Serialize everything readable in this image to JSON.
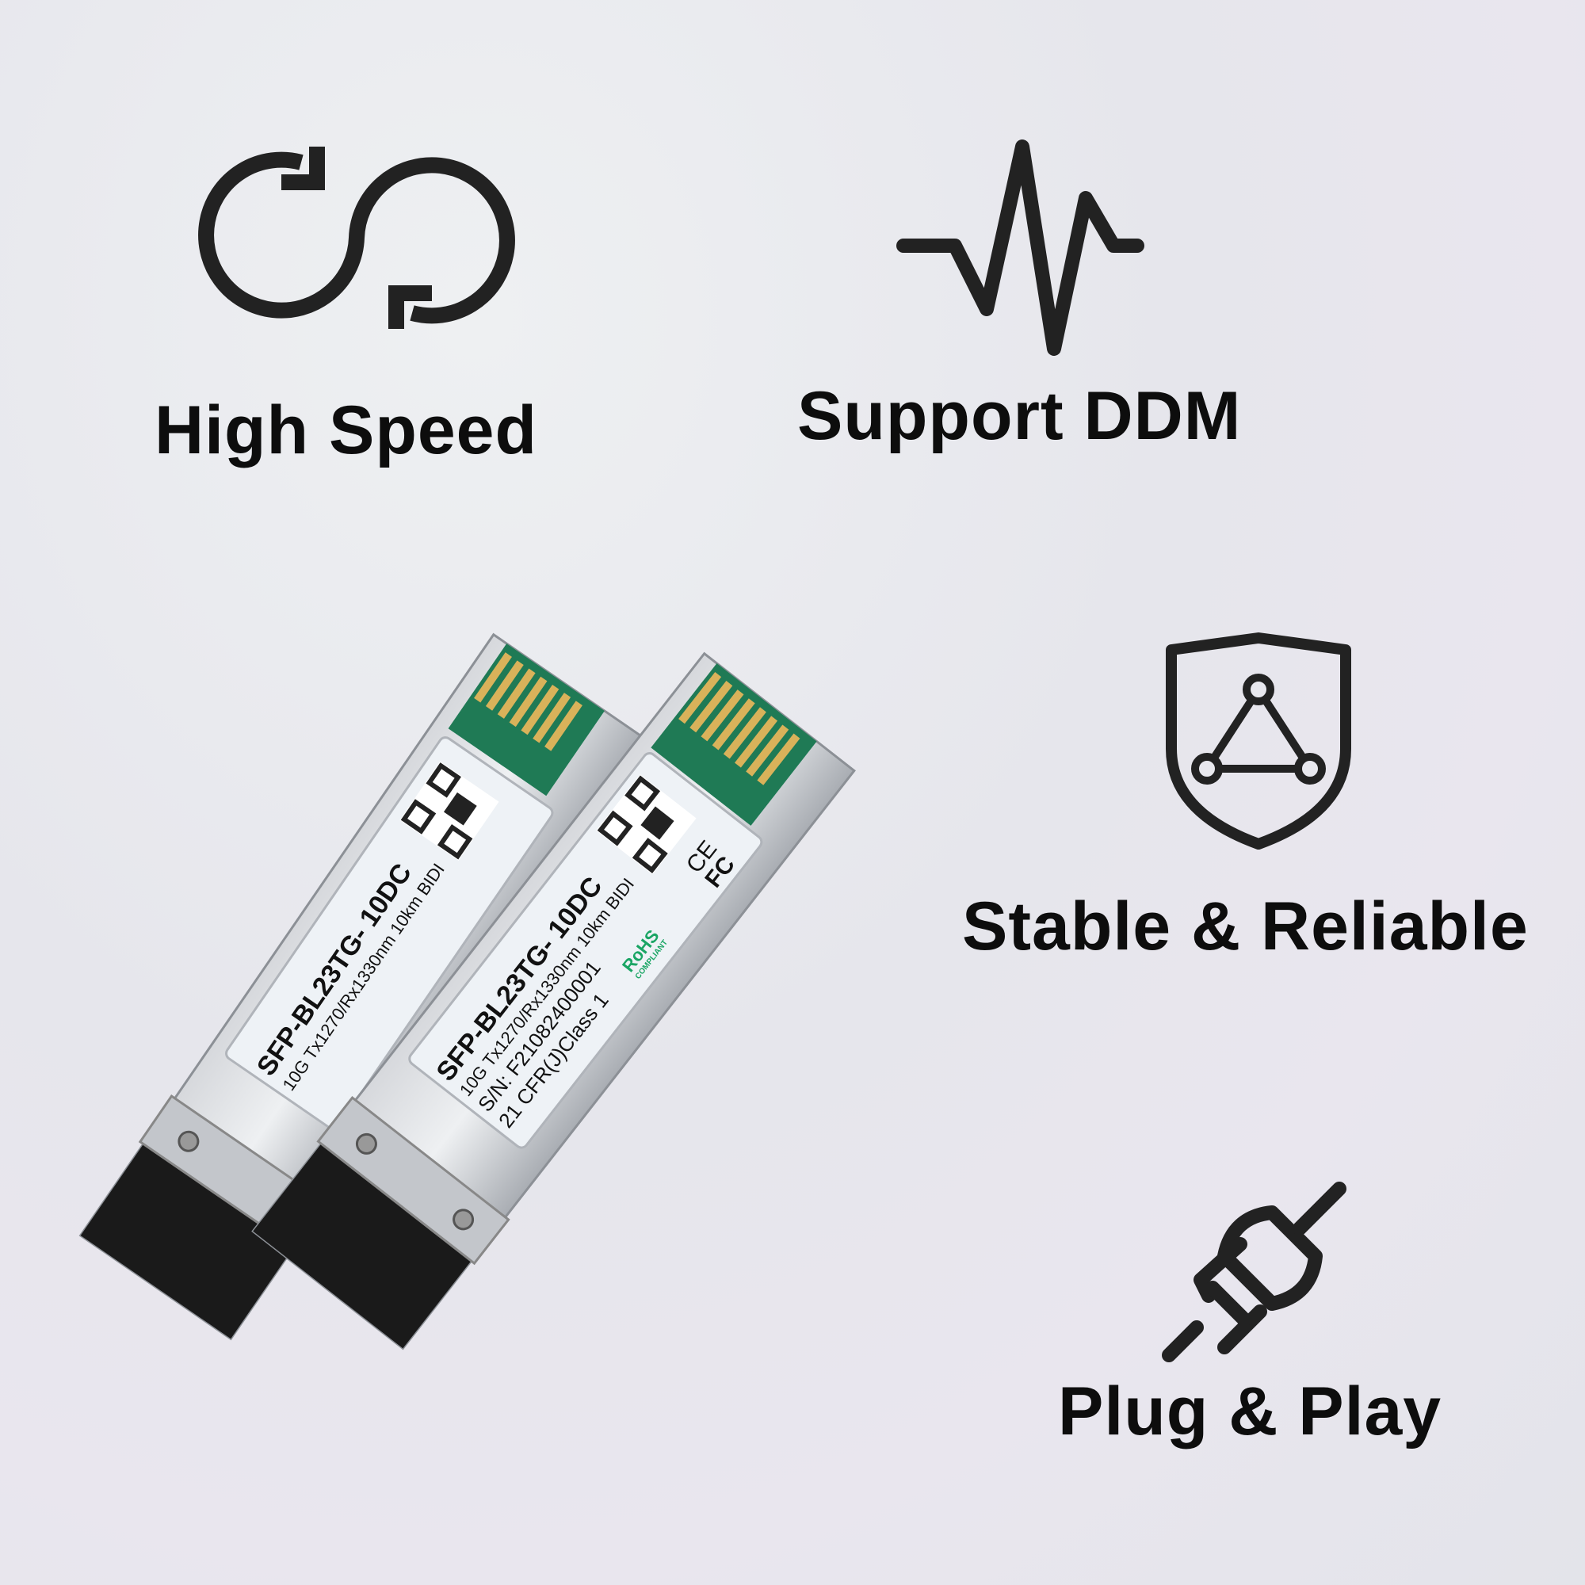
{
  "features": [
    {
      "label": "High Speed",
      "icon": "sync-icon"
    },
    {
      "label": "Support DDM",
      "icon": "pulse-icon"
    },
    {
      "label": "Stable & Reliable",
      "icon": "shield-network-icon"
    },
    {
      "label": "Plug & Play",
      "icon": "plug-icon"
    }
  ],
  "modules": [
    {
      "model": "SFP-BL23TG- 10DC",
      "spec": "10G Tx1270/Rx1330nm 10km BIDI"
    },
    {
      "model": "SFP-BL23TG- 10DC",
      "spec": "10G Tx1270/Rx1330nm 10km BIDI",
      "serial": "S/N: F21082400001",
      "class": "21 CFR(J)Class 1",
      "marks": [
        "CE",
        "FC"
      ],
      "rohs": "RoHS",
      "rohs_sub": "COMPLIANT"
    }
  ],
  "colors": {
    "background": "#e8e8ee",
    "text": "#0d0d0d",
    "rohs_green": "#1aa564",
    "pcb_green": "#1f7a55",
    "contact_gold": "#d9b25a"
  }
}
